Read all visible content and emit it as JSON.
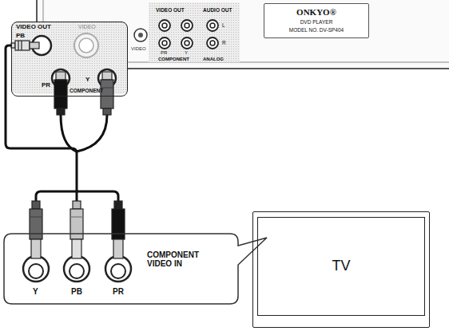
{
  "diagram": {
    "nodes": [
      {
        "text": [
          "VIDEO OUT",
          "COMPONENT"
        ]
      },
      {
        "text": [
          "ONKYO®",
          "DVD PLAYER",
          "MODEL NO. DV-SP404"
        ]
      },
      {
        "text": [
          "COMPONENT VIDEO IN"
        ]
      },
      {
        "text": [
          "TV"
        ]
      }
    ],
    "edges": [
      {
        "from": 0,
        "to": 2,
        "arrow": "none"
      }
    ],
    "labels": [
      "PB",
      "VIDEO",
      "PR",
      "Y",
      "VIDEO OUT",
      "VIDEO",
      "AUDIO OUT",
      "L",
      "R",
      "PR",
      "Y",
      "COMPONENT",
      "ANALOG",
      "Y",
      "PB",
      "PR"
    ]
  }
}
